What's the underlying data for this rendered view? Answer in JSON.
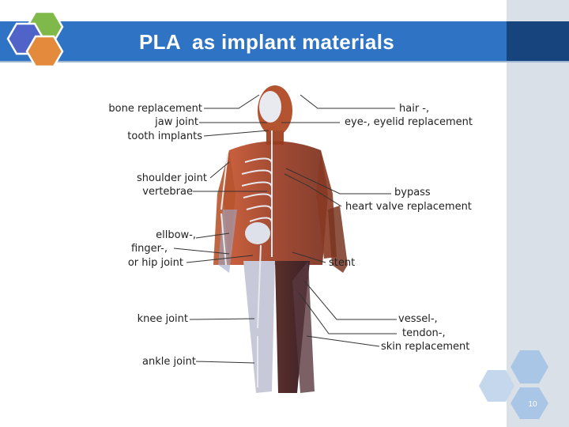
{
  "slide": {
    "title": "PLA  as implant materials",
    "page_number": "10"
  },
  "figure": {
    "left_labels": {
      "bone_replacement": "bone replacement",
      "jaw_joint": "jaw joint",
      "tooth_implants": "tooth implants",
      "shoulder_joint": "shoulder joint",
      "vertebrae": "vertebrae",
      "ellbow": "ellbow-,",
      "finger": "finger-,",
      "hip_joint": "or hip joint",
      "knee_joint": "knee joint",
      "ankle_joint": "ankle joint"
    },
    "right_labels": {
      "hair": "hair -,",
      "eye": "eye-, eyelid replacement",
      "bypass": "bypass",
      "heart_valve": "heart valve replacement",
      "stent": "stent",
      "vessel": "vessel-,",
      "tendon": "tendon-,",
      "skin": "skin replacement"
    }
  },
  "colors": {
    "title_bar": "#2f74c4",
    "title_bar_dark": "#17447c",
    "side_panel": "#d9e0e7",
    "hex_blue": "#4f63c9",
    "hex_green": "#7fb94a",
    "hex_orange": "#e48a3c",
    "hex_light": "#a9c6e6"
  }
}
